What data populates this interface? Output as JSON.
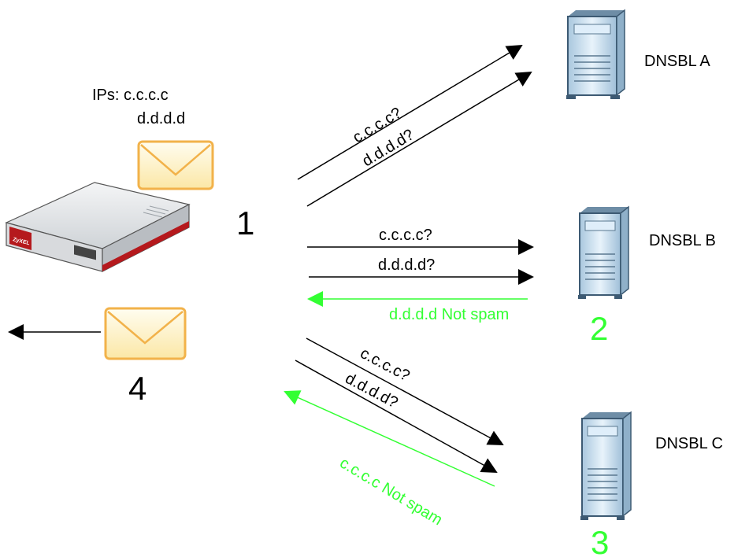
{
  "sender": {
    "ips_line1": "IPs: c.c.c.c",
    "ips_line2": "d.d.d.d",
    "device_brand": "ZyXEL"
  },
  "steps": {
    "s1": "1",
    "s2": "2",
    "s3": "3",
    "s4": "4"
  },
  "servers": {
    "a": "DNSBL A",
    "b": "DNSBL B",
    "c": "DNSBL C"
  },
  "queries": {
    "a_q1": "c.c.c.c?",
    "a_q2": "d.d.d.d?",
    "b_q1": "c.c.c.c?",
    "b_q2": "d.d.d.d?",
    "c_q1": "c.c.c.c?",
    "c_q2": "d.d.d.d?"
  },
  "responses": {
    "b": "d.d.d.d Not spam",
    "c": "c.c.c.c Not spam"
  },
  "colors": {
    "response": "#33ff33",
    "arrow": "#000000",
    "envelope_fill": "#fdf3c8",
    "envelope_stroke": "#f2b24a",
    "device_body": "#e6e8ea",
    "device_front": "#b5191d",
    "server_body": "#cfe3f2"
  }
}
